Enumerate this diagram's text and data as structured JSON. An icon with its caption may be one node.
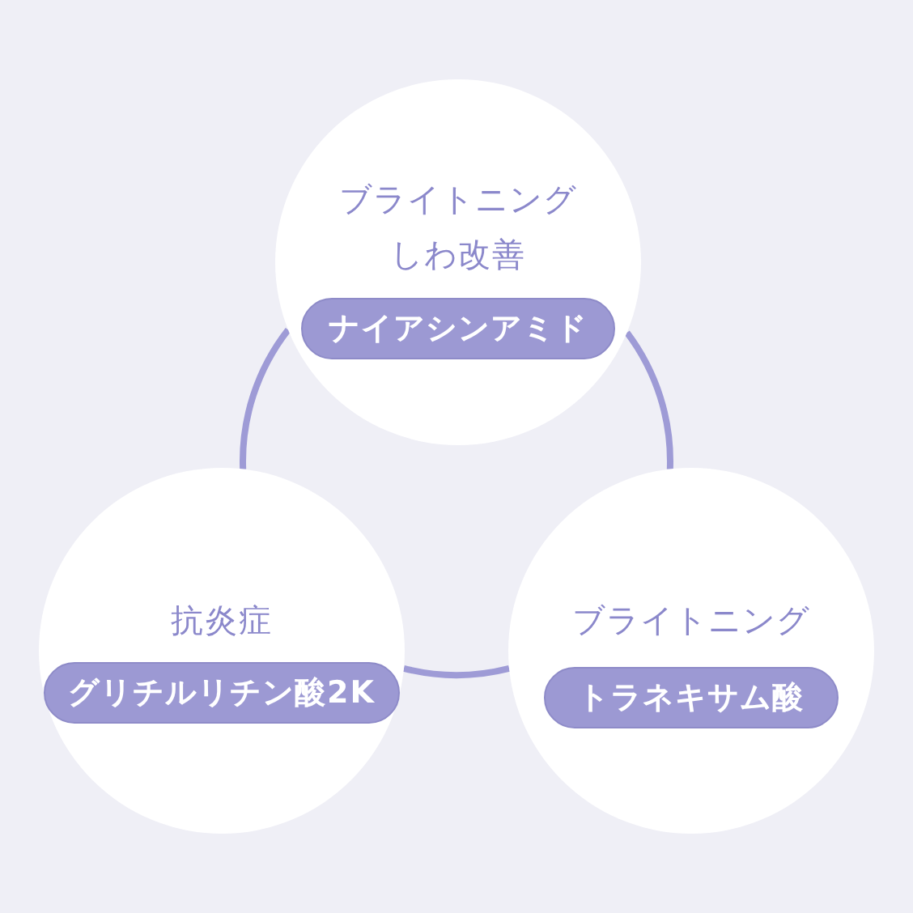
{
  "diagram": {
    "nodes": [
      {
        "text": [
          "ブライトニング",
          "しわ改善"
        ]
      },
      {
        "text": [
          "ナイアシンアミド"
        ],
        "in": 0
      },
      {
        "text": [
          "抗炎症"
        ]
      },
      {
        "text": [
          "グリチルリチン酸2K"
        ],
        "in": 2
      },
      {
        "text": [
          "ブライトニング"
        ]
      },
      {
        "text": [
          "トラネキサム酸"
        ],
        "in": 4
      }
    ],
    "edges": [
      {
        "from": 0,
        "to": 2,
        "arrow": "none"
      },
      {
        "from": 0,
        "to": 4,
        "arrow": "none"
      },
      {
        "from": 2,
        "to": 4,
        "arrow": "none"
      }
    ]
  }
}
